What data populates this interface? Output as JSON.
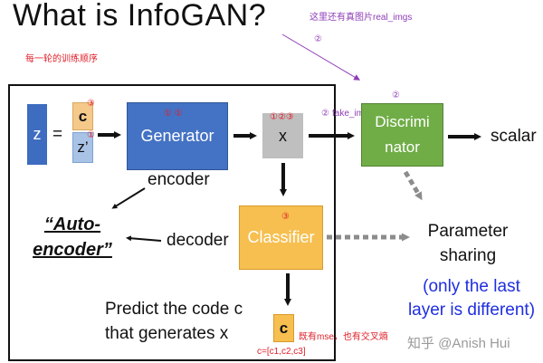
{
  "title": "What is InfoGAN?",
  "annotations": {
    "real_imgs_note": "这里还有真图片real_imgs",
    "order_note": "每一轮的训练顺序",
    "circled_2_top": "②",
    "circled_2_disc": "②",
    "circled_2_fake": "②",
    "fake_imgs": "fake_imgs",
    "c_mark": "③",
    "zprime_mark": "①",
    "generator_marks": "①  ①",
    "x_marks": "①②③",
    "classifier_mark": "③",
    "mse_note": "既有mse，也有交叉熵",
    "c_list": "c=[c1,c2,c3]"
  },
  "nodes": {
    "z": "z",
    "equals": "=",
    "c": "c",
    "z_prime": "z’",
    "generator": "Generator",
    "x": "x",
    "discriminator_line1": "Discrimi",
    "discriminator_line2": "nator",
    "scalar": "scalar",
    "classifier": "Classifier",
    "c_out": "c"
  },
  "labels": {
    "encoder": "encoder",
    "decoder": "decoder",
    "auto_line1": "“Auto-",
    "auto_line2": "encoder”",
    "predict_line1": "Predict the code c",
    "predict_line2": "that generates x",
    "param_line1": "Parameter",
    "param_line2": "sharing",
    "diff_line1": "(only the last",
    "diff_line2": "layer is different)"
  },
  "watermark": "知乎 @Anish Hui"
}
